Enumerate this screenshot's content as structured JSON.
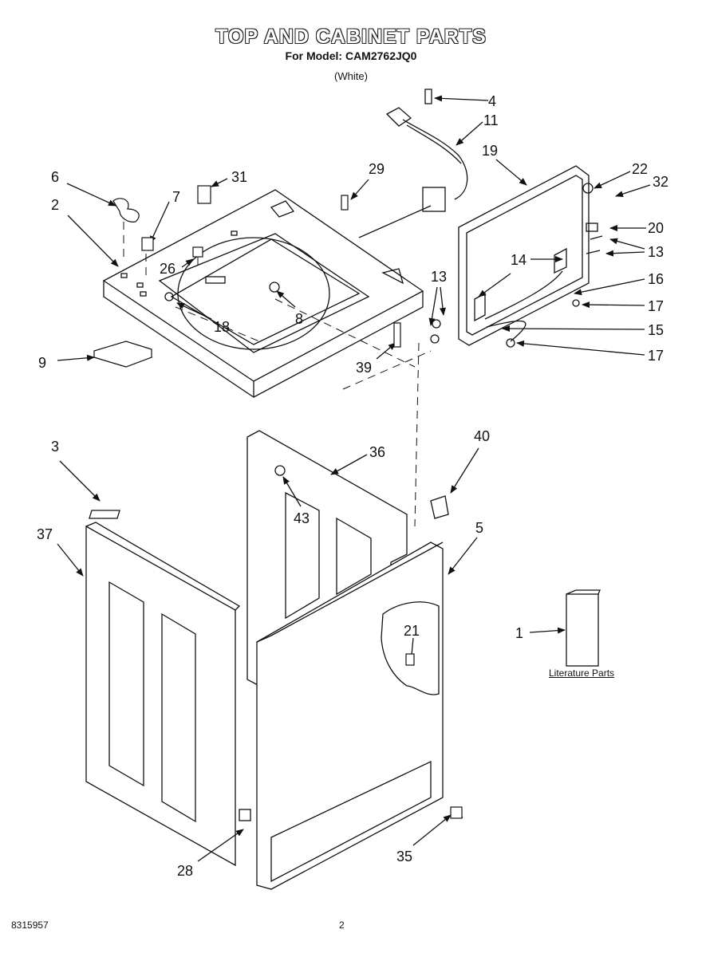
{
  "header": {
    "title": "TOP AND CABINET PARTS",
    "model_line": "For Model: CAM2762JQ0",
    "color_line": "(White)"
  },
  "literature_caption": "Literature Parts",
  "footer": {
    "doc_number": "8315957",
    "page_number": "2"
  },
  "callouts": [
    "4",
    "11",
    "19",
    "22",
    "32",
    "20",
    "13",
    "14",
    "13",
    "16",
    "17",
    "15",
    "17",
    "6",
    "31",
    "29",
    "7",
    "2",
    "26",
    "8",
    "18",
    "39",
    "9",
    "3",
    "37",
    "36",
    "40",
    "43",
    "5",
    "21",
    "1",
    "28",
    "35"
  ]
}
